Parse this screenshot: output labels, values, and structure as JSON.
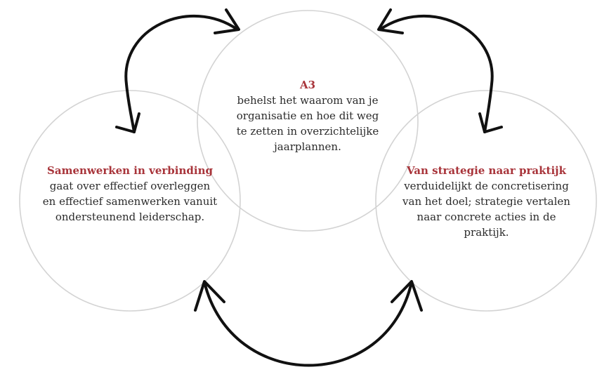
{
  "colors": {
    "title": "#a8343a",
    "body_text": "#2b2b2b",
    "circle_stroke": "#d3d3d3",
    "arrow": "#111111"
  },
  "circles": {
    "top": {
      "title": "A3",
      "body": "behelst het waarom van je organisatie en hoe dit weg te zetten in overzichtelijke jaarplannen."
    },
    "left": {
      "title": "Samenwerken in verbinding",
      "body": "gaat over effectief overleggen en effectief samenwerken vanuit ondersteunend leiderschap."
    },
    "right": {
      "title": "Van strategie naar praktijk",
      "body": "verduidelijkt de concretisering van het doel; strategie vertalen naar concrete acties in de praktijk."
    }
  },
  "arrows": [
    {
      "from": "top",
      "to": "left",
      "icon": "double-headed-curved-arrow"
    },
    {
      "from": "top",
      "to": "right",
      "icon": "double-headed-curved-arrow"
    },
    {
      "from": "left",
      "to": "right",
      "icon": "double-headed-curved-arrow"
    }
  ]
}
